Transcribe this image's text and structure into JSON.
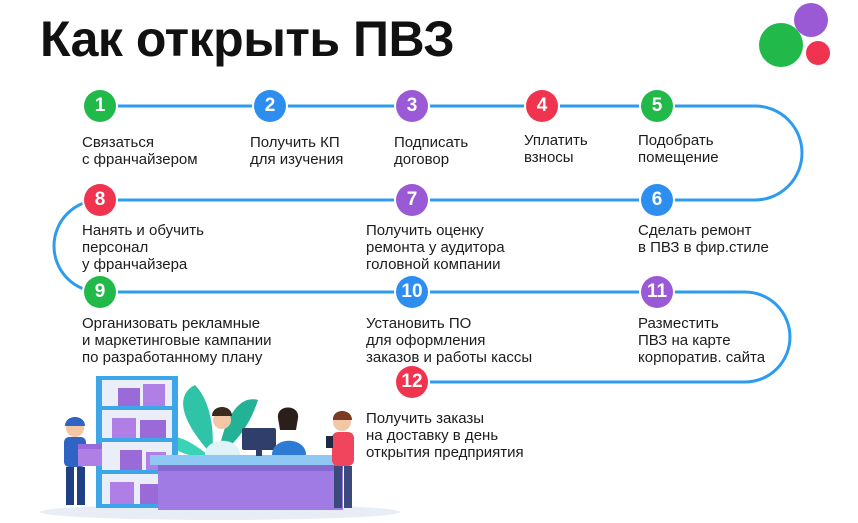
{
  "title": "Как открыть ПВЗ",
  "colors": {
    "path": "#2d9cf0",
    "green": "#21b94a",
    "blue": "#2d8ef0",
    "purple": "#9a5ad6",
    "red": "#f0334f"
  },
  "logo_icon": "three-dots-logo",
  "steps": [
    {
      "num": "1",
      "color": "#21b94a",
      "text": "Связаться\nс франчайзером"
    },
    {
      "num": "2",
      "color": "#2d8ef0",
      "text": "Получить КП\nдля изучения"
    },
    {
      "num": "3",
      "color": "#9a5ad6",
      "text": "Подписать\nдоговор"
    },
    {
      "num": "4",
      "color": "#f0334f",
      "text": "Уплатить\nвзносы"
    },
    {
      "num": "5",
      "color": "#21b94a",
      "text": "Подобрать\nпомещение"
    },
    {
      "num": "6",
      "color": "#2d8ef0",
      "text": "Сделать ремонт\n в ПВЗ в фир.стиле"
    },
    {
      "num": "7",
      "color": "#9a5ad6",
      "text": "Получить оценку\nремонта у аудитора\nголовной компании"
    },
    {
      "num": "8",
      "color": "#f0334f",
      "text": "Нанять и обучить\nперсонал\nу франчайзера"
    },
    {
      "num": "9",
      "color": "#21b94a",
      "text": "Организовать рекламные\nи маркетинговые кампании\nпо разработанному плану"
    },
    {
      "num": "10",
      "color": "#2d8ef0",
      "text": "Установить ПО\nдля оформления\nзаказов и работы кассы"
    },
    {
      "num": "11",
      "color": "#9a5ad6",
      "text": "Разместить\nПВЗ на карте\nкорпоратив. сайта"
    },
    {
      "num": "12",
      "color": "#f0334f",
      "text": "Получить заказы\nна доставку в день\nоткрытия предприятия"
    }
  ]
}
